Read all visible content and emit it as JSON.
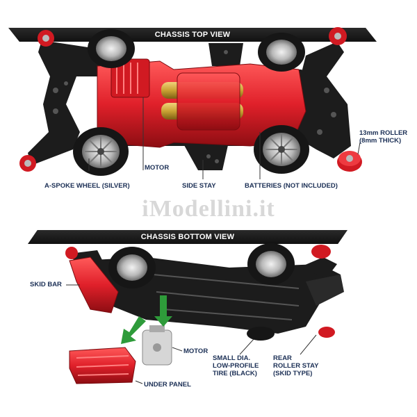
{
  "banners": {
    "top": "CHASSIS TOP VIEW",
    "bottom": "CHASSIS BOTTOM VIEW"
  },
  "watermark": "iModellini.it",
  "top_labels": {
    "motor": "MOTOR",
    "wheel": "A-SPOKE WHEEL (SILVER)",
    "side_stay": "SIDE STAY",
    "batteries": "BATTERIES (NOT INCLUDED)",
    "roller_line1": "13mm ROLLER",
    "roller_line2": "(8mm THICK)"
  },
  "bottom_labels": {
    "skid_bar": "SKID BAR",
    "motor": "MOTOR",
    "under_panel": "UNDER PANEL",
    "tire_line1": "SMALL DIA.",
    "tire_line2": "LOW-PROFILE",
    "tire_line3": "TIRE (BLACK)",
    "stay_line1": "REAR",
    "stay_line2": "ROLLER STAY",
    "stay_line3": "(SKID TYPE)"
  },
  "colors": {
    "body_red": "#e0202a",
    "chassis_black": "#1c1c1c",
    "label_navy": "#1b2f55",
    "arrow_green": "#2e9b3a",
    "battery_gold": "#c9a233"
  }
}
